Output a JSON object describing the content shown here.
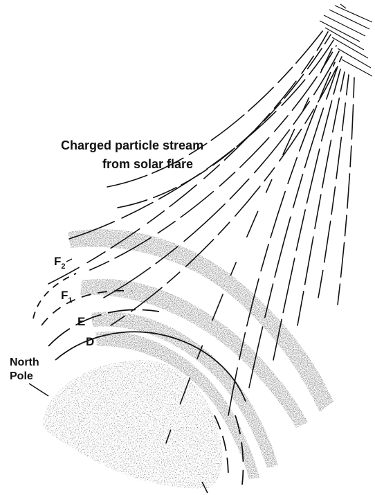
{
  "caption": {
    "line1": "Charged particle stream",
    "line2": "from solar flare"
  },
  "layers": [
    {
      "id": "F2",
      "letter": "F",
      "subscript": "2"
    },
    {
      "id": "F1",
      "letter": "F",
      "subscript": "1"
    },
    {
      "id": "E",
      "letter": "E",
      "subscript": ""
    },
    {
      "id": "D",
      "letter": "D",
      "subscript": ""
    }
  ],
  "pole": {
    "line1": "North",
    "line2": "Pole"
  },
  "colors": {
    "ink": "#111111",
    "band": "#555555",
    "earth": "#222222"
  }
}
